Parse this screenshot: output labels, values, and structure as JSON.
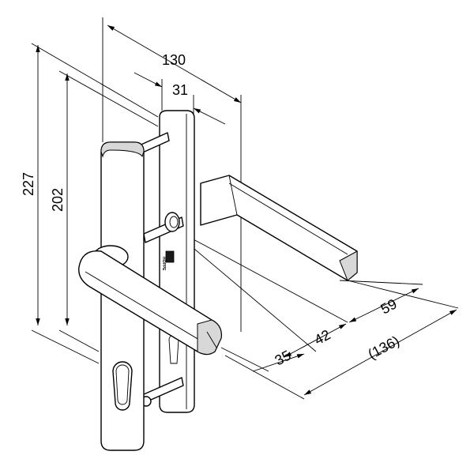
{
  "dimensions": {
    "width": "130",
    "rose_offset": "31",
    "height_total": "227",
    "height_handle": "202",
    "lever_projection": "59",
    "spindle_42": "42",
    "spindle_35": "35",
    "total_depth": "(136)"
  },
  "brand_mark": "HOPPE"
}
